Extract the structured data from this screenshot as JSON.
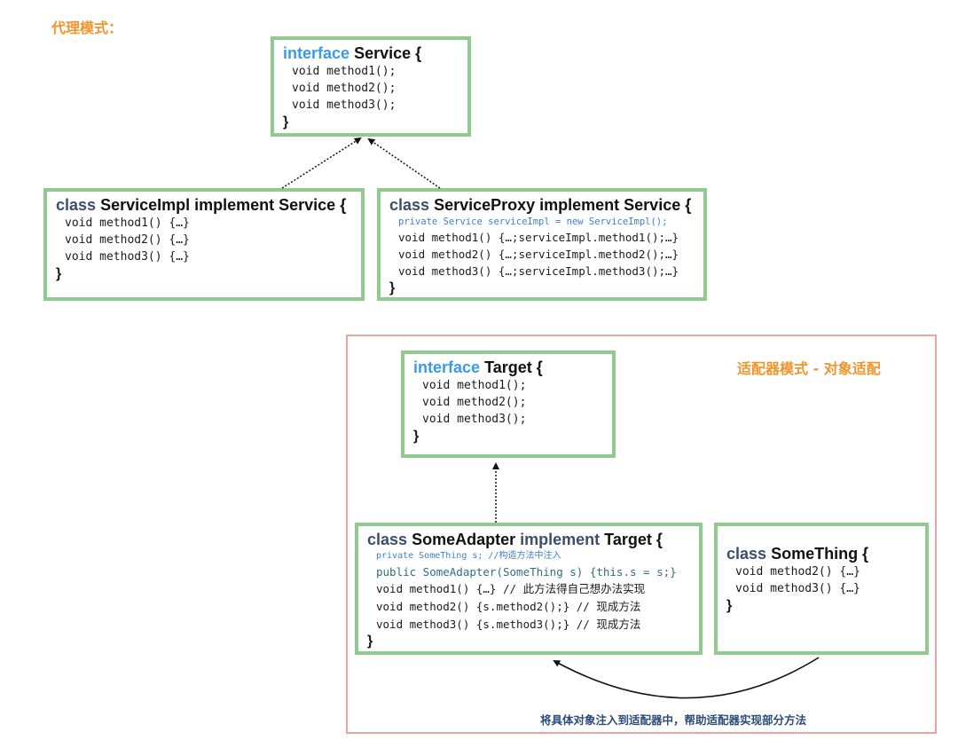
{
  "proxy": {
    "section_title": "代理模式：",
    "service_interface": {
      "keyword": "interface",
      "name": "Service {",
      "methods": [
        "void method1();",
        "void method2();",
        "void method3();"
      ],
      "close": "}"
    },
    "service_impl": {
      "keyword": "class",
      "name": "ServiceImpl implement Service {",
      "methods": [
        "void method1() {…}",
        "void method2() {…}",
        "void method3() {…}"
      ],
      "close": "}"
    },
    "service_proxy": {
      "keyword": "class",
      "name": "ServiceProxy implement Service {",
      "field": "private Service serviceImpl = new ServiceImpl();",
      "methods": [
        "void method1() {…;serviceImpl.method1();…}",
        "void method2() {…;serviceImpl.method2();…}",
        "void method3() {…;serviceImpl.method3();…}"
      ],
      "close": "}"
    }
  },
  "adapter": {
    "section_title": "适配器模式 - 对象适配",
    "target_interface": {
      "keyword": "interface",
      "name": "Target {",
      "methods": [
        "void method1();",
        "void method2();",
        "void method3();"
      ],
      "close": "}"
    },
    "some_adapter": {
      "keyword": "class",
      "name_part": "SomeAdapter",
      "implement_word": "implement",
      "target_part": "Target {",
      "field": "private SomeThing s; //构造方法中注入",
      "constructor": "public SomeAdapter(SomeThing s) {this.s = s;}",
      "methods": [
        "void method1() {…} // 此方法得自己想办法实现",
        "void method2() {s.method2();} // 现成方法",
        "void method3() {s.method3();} // 现成方法"
      ],
      "close": "}"
    },
    "some_thing": {
      "keyword": "class",
      "name": "SomeThing {",
      "methods": [
        "void method2() {…}",
        "void method3() {…}"
      ],
      "close": "}"
    },
    "caption": "将具体对象注入到适配器中，帮助适配器实现部分方法"
  },
  "colors": {
    "box_border": "#8fcb8f",
    "group_border": "#e8a3a3",
    "title_orange": "#f0952c",
    "keyword_blue": "#3b9ae8",
    "keyword_dark": "#3a4f6e",
    "caption_blue": "#2b4b7a"
  }
}
